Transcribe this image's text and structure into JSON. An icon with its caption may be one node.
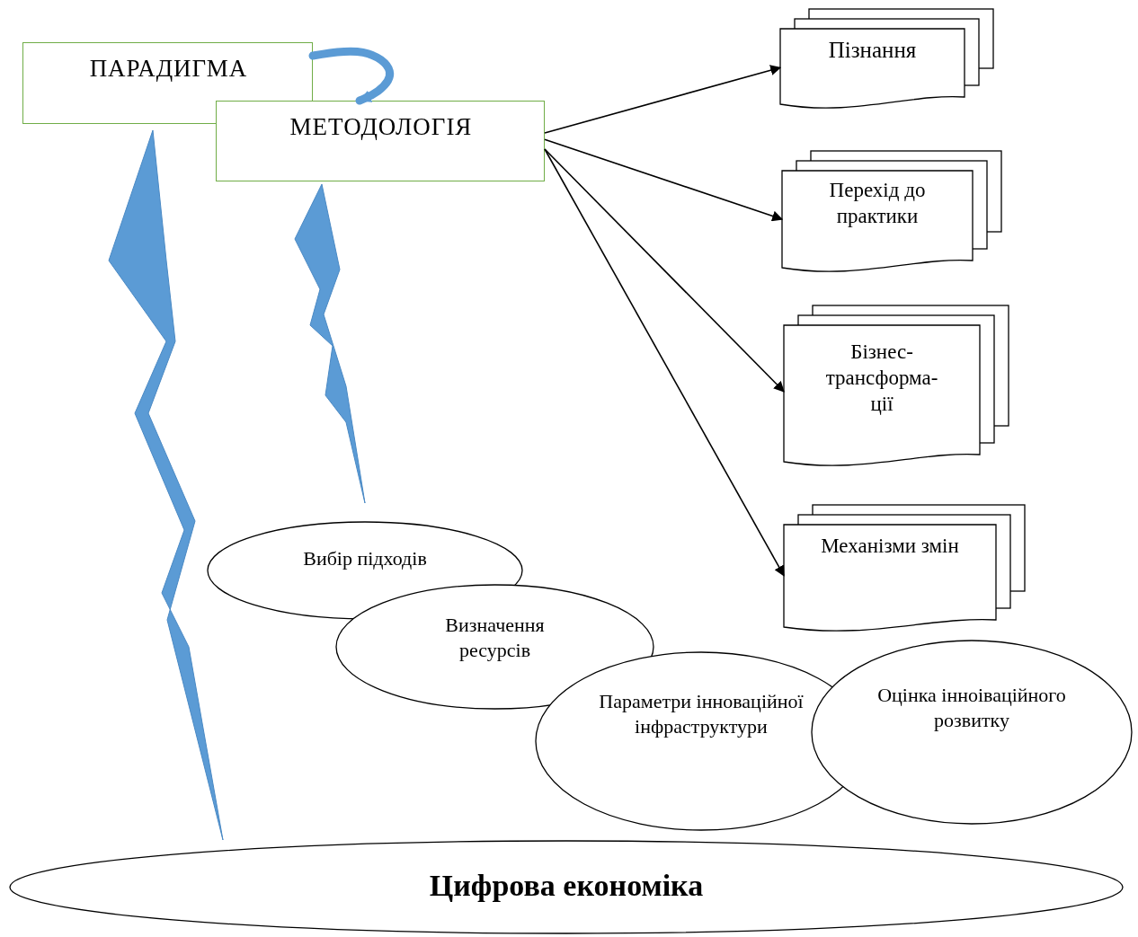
{
  "diagram": {
    "nodes": [
      {
        "text": [
          "ПАРАДИГМА"
        ]
      },
      {
        "text": [
          "МЕТОДОЛОГІЯ"
        ]
      },
      {
        "text": [
          "Пізнання"
        ]
      },
      {
        "text": [
          "Перехід до практики"
        ]
      },
      {
        "text": [
          "Бізнес- трансформа- ції"
        ]
      },
      {
        "text": [
          "Механізми змін"
        ]
      },
      {
        "text": [
          "Вибір підходів"
        ]
      },
      {
        "text": [
          "Визначення ресурсів"
        ]
      },
      {
        "text": [
          "Параметри інноваційної інфраструктури"
        ]
      },
      {
        "text": [
          "Оцінка інноіваційного розвитку"
        ]
      },
      {
        "text": [
          "Цифрова економіка"
        ]
      }
    ],
    "edges": [
      {
        "from": 0,
        "to": 1,
        "arrow": "to",
        "style": "thick",
        "color": "#5b9bd5"
      },
      {
        "from": 1,
        "to": 2,
        "arrow": "to"
      },
      {
        "from": 1,
        "to": 3,
        "arrow": "to"
      },
      {
        "from": 1,
        "to": 4,
        "arrow": "to"
      },
      {
        "from": 1,
        "to": 5,
        "arrow": "to"
      }
    ]
  }
}
